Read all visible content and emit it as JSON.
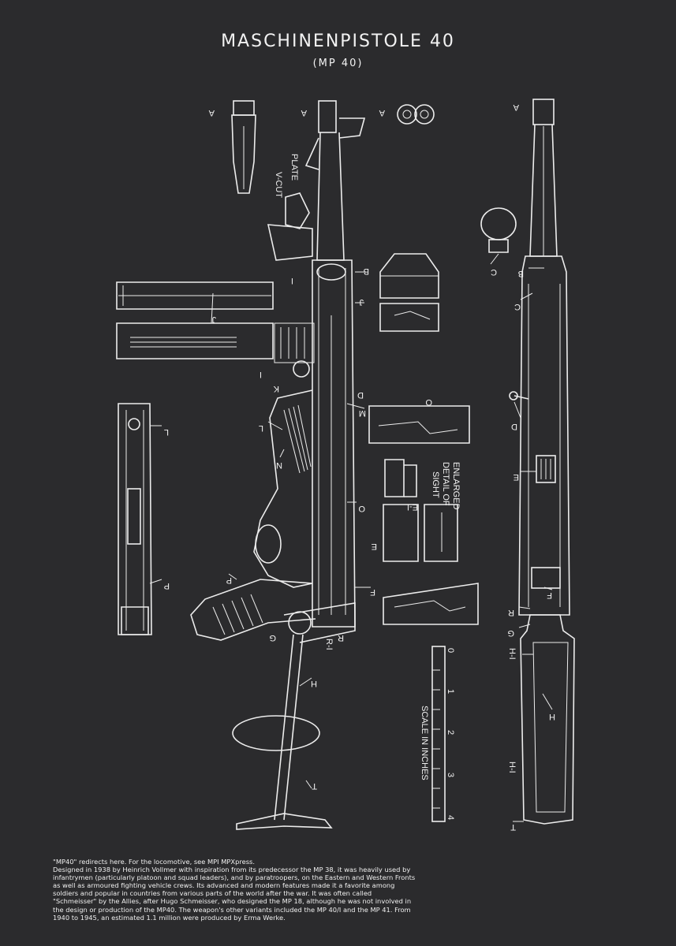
{
  "title": "MASCHINENPISTOLE 40",
  "subtitle": "(MP 40)",
  "labels": {
    "a": "A",
    "b": "B",
    "c": "C",
    "d": "D",
    "e": "E",
    "e1": "E-I",
    "f": "F",
    "g": "G",
    "h": "H",
    "h1": "H-I",
    "i": "I",
    "j": "J",
    "k": "K",
    "l": "L",
    "m": "M",
    "n": "N",
    "o": "O",
    "p": "P",
    "r": "R",
    "r1": "R-I",
    "t": "T",
    "plate": "PLATE",
    "vcut": "V-CUT",
    "enlarged": "ENLARGED",
    "detail_of": "DETAIL OF",
    "sight": "SIGHT",
    "scale": "SCALE IN INCHES",
    "scale_ticks": [
      "0",
      "1",
      "2",
      "3",
      "4"
    ]
  },
  "description": [
    "\"MP40\" redirects here. For the locomotive, see MPI MPXpress.",
    "Designed in 1938 by Heinrich Vollmer with inspiration from its predecessor the MP 38, it was heavily used by infantrymen (particularly platoon and squad leaders), and by paratroopers, on the Eastern and Western Fronts as well as armoured fighting vehicle crews. Its advanced and modern features made it a favorite among soldiers and popular in countries from various parts of the world after the war. It was often called \"Schmeisser\" by the Allies, after Hugo Schmeisser, who designed the MP 18, although he was not involved in the design or production of the MP40. The weapon's other variants included the MP 40/I and the MP 41. From 1940 to 1945, an estimated 1.1 million were produced by Erma Werke."
  ]
}
